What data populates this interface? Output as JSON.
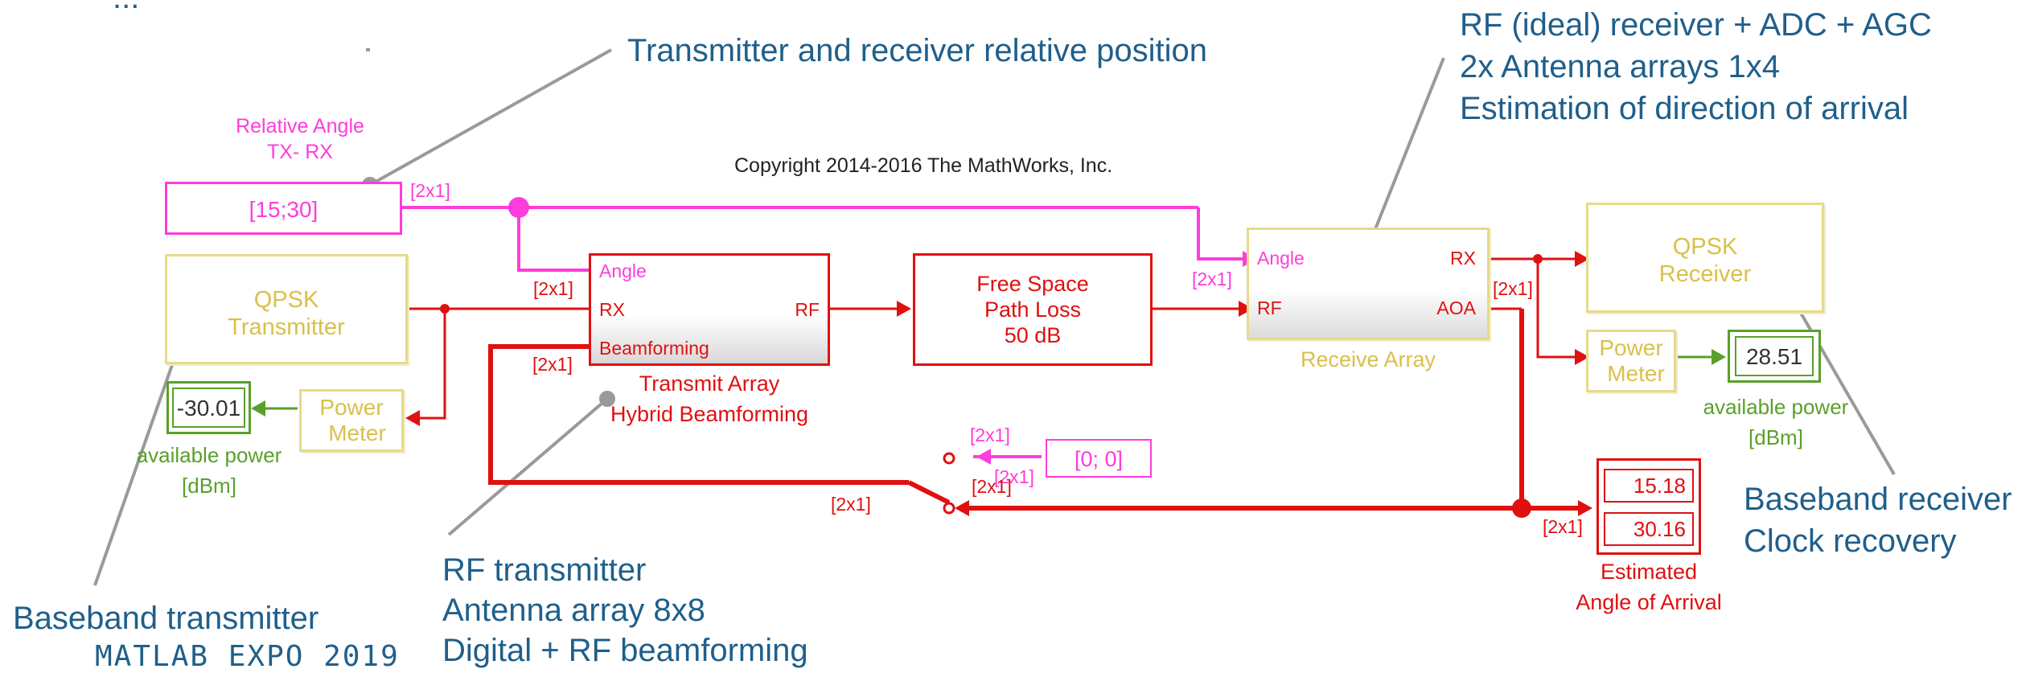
{
  "title_fragment": "...",
  "annotations": {
    "position": "Transmitter and receiver relative position",
    "rx_lines": [
      "RF (ideal) receiver + ADC + AGC",
      "2x Antenna arrays 1x4",
      "Estimation of direction of arrival"
    ],
    "tx_baseband": "Baseband transmitter",
    "rf_tx": [
      "RF transmitter",
      "Antenna array 8x8",
      "Digital + RF beamforming"
    ],
    "rx_baseband": [
      "Baseband receiver",
      "Clock recovery"
    ],
    "expo": "MATLAB EXPO 2019"
  },
  "copyright": "Copyright 2014-2016 The MathWorks, Inc.",
  "angle_block": {
    "label_lines": [
      "Relative Angle",
      "TX- RX"
    ],
    "value": "[15;30]"
  },
  "qpsk_tx": {
    "lines": [
      "QPSK",
      "Transmitter"
    ]
  },
  "qpsk_rx": {
    "lines": [
      "QPSK",
      "Receiver"
    ]
  },
  "power_meter": {
    "lines": [
      "Power",
      "Meter"
    ]
  },
  "tx_power": {
    "value": "-30.01",
    "label_lines": [
      "available power",
      "[dBm]"
    ]
  },
  "rx_power": {
    "value": "28.51",
    "label_lines": [
      "available power",
      "[dBm]"
    ]
  },
  "transmit_array": {
    "ports": [
      "Angle",
      "RX",
      "Beamforming",
      "RF"
    ],
    "label_lines": [
      "Transmit Array",
      "Hybrid Beamforming"
    ]
  },
  "free_space": {
    "lines": [
      "Free Space",
      "Path Loss",
      "50 dB"
    ]
  },
  "receive_array": {
    "ports": [
      "Angle",
      "RF",
      "RX",
      "AOA"
    ],
    "label": "Receive Array"
  },
  "zero_const": {
    "value": "[0; 0]"
  },
  "estimated": {
    "values": [
      "15.18",
      "30.16"
    ],
    "label_lines": [
      "Estimated",
      "Angle of Arrival"
    ]
  },
  "signal_dim": "[2x1]"
}
